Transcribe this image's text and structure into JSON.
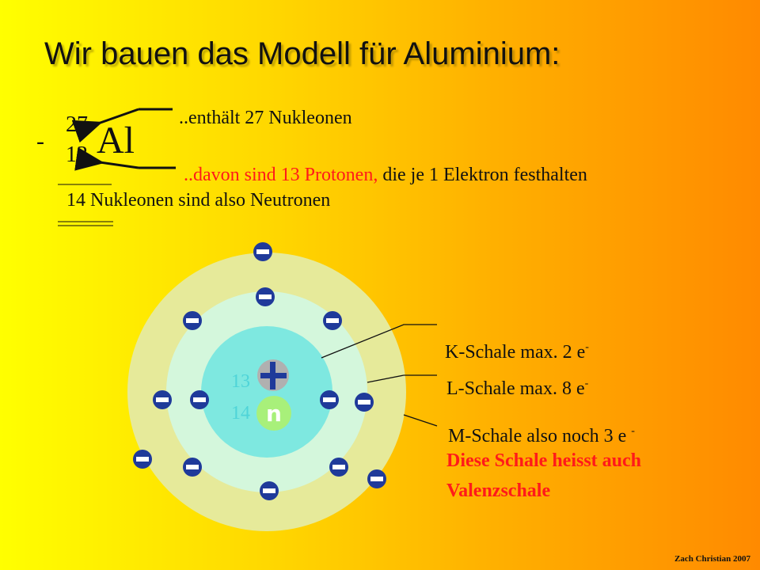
{
  "title": "Wir bauen das Modell für Aluminium:",
  "dash": "-",
  "isotope": {
    "mass_number": "27",
    "atomic_number": "13",
    "symbol": "Al"
  },
  "annotations": {
    "nucleons": "..enthält 27 Nukleonen",
    "protons_red": "..davon sind 13 Protonen,",
    "protons_rest": " die je 1 Elektron festhalten",
    "neutrons": "14 Nukleonen sind also Neutronen"
  },
  "nucleus": {
    "protons": "13",
    "neutrons": "14",
    "proton_icon": "plus-icon",
    "neutron_letter": "n"
  },
  "shells": [
    {
      "label": "K-Schale max. 2 e",
      "sup": "-"
    },
    {
      "label": "L-Schale max. 8 e",
      "sup": "-"
    },
    {
      "label": "M-Schale also noch 3 e ",
      "sup": "-"
    }
  ],
  "valence_note": {
    "line1": "Diese Schale heisst auch",
    "line2": "Valenzschale"
  },
  "electron_icon": "minus-icon",
  "colors": {
    "red_text": "#ff1a1a",
    "outer_shell": "#e6ea9a",
    "middle_shell": "#d4f7dc",
    "inner_core": "#7ee8e0",
    "neutron": "#a8f07a",
    "electron_blue": "#1f3a9a"
  },
  "footer": "Zach Christian 2007"
}
